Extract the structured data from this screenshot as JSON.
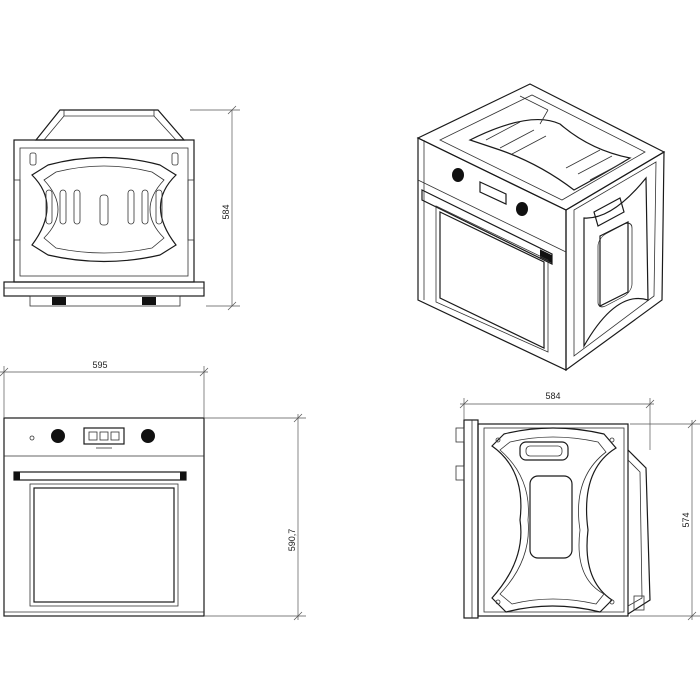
{
  "dimensions": {
    "top_view_depth": "584",
    "front_view_width": "595",
    "front_view_height": "590,7",
    "side_view_depth": "584",
    "side_view_height": "574"
  }
}
